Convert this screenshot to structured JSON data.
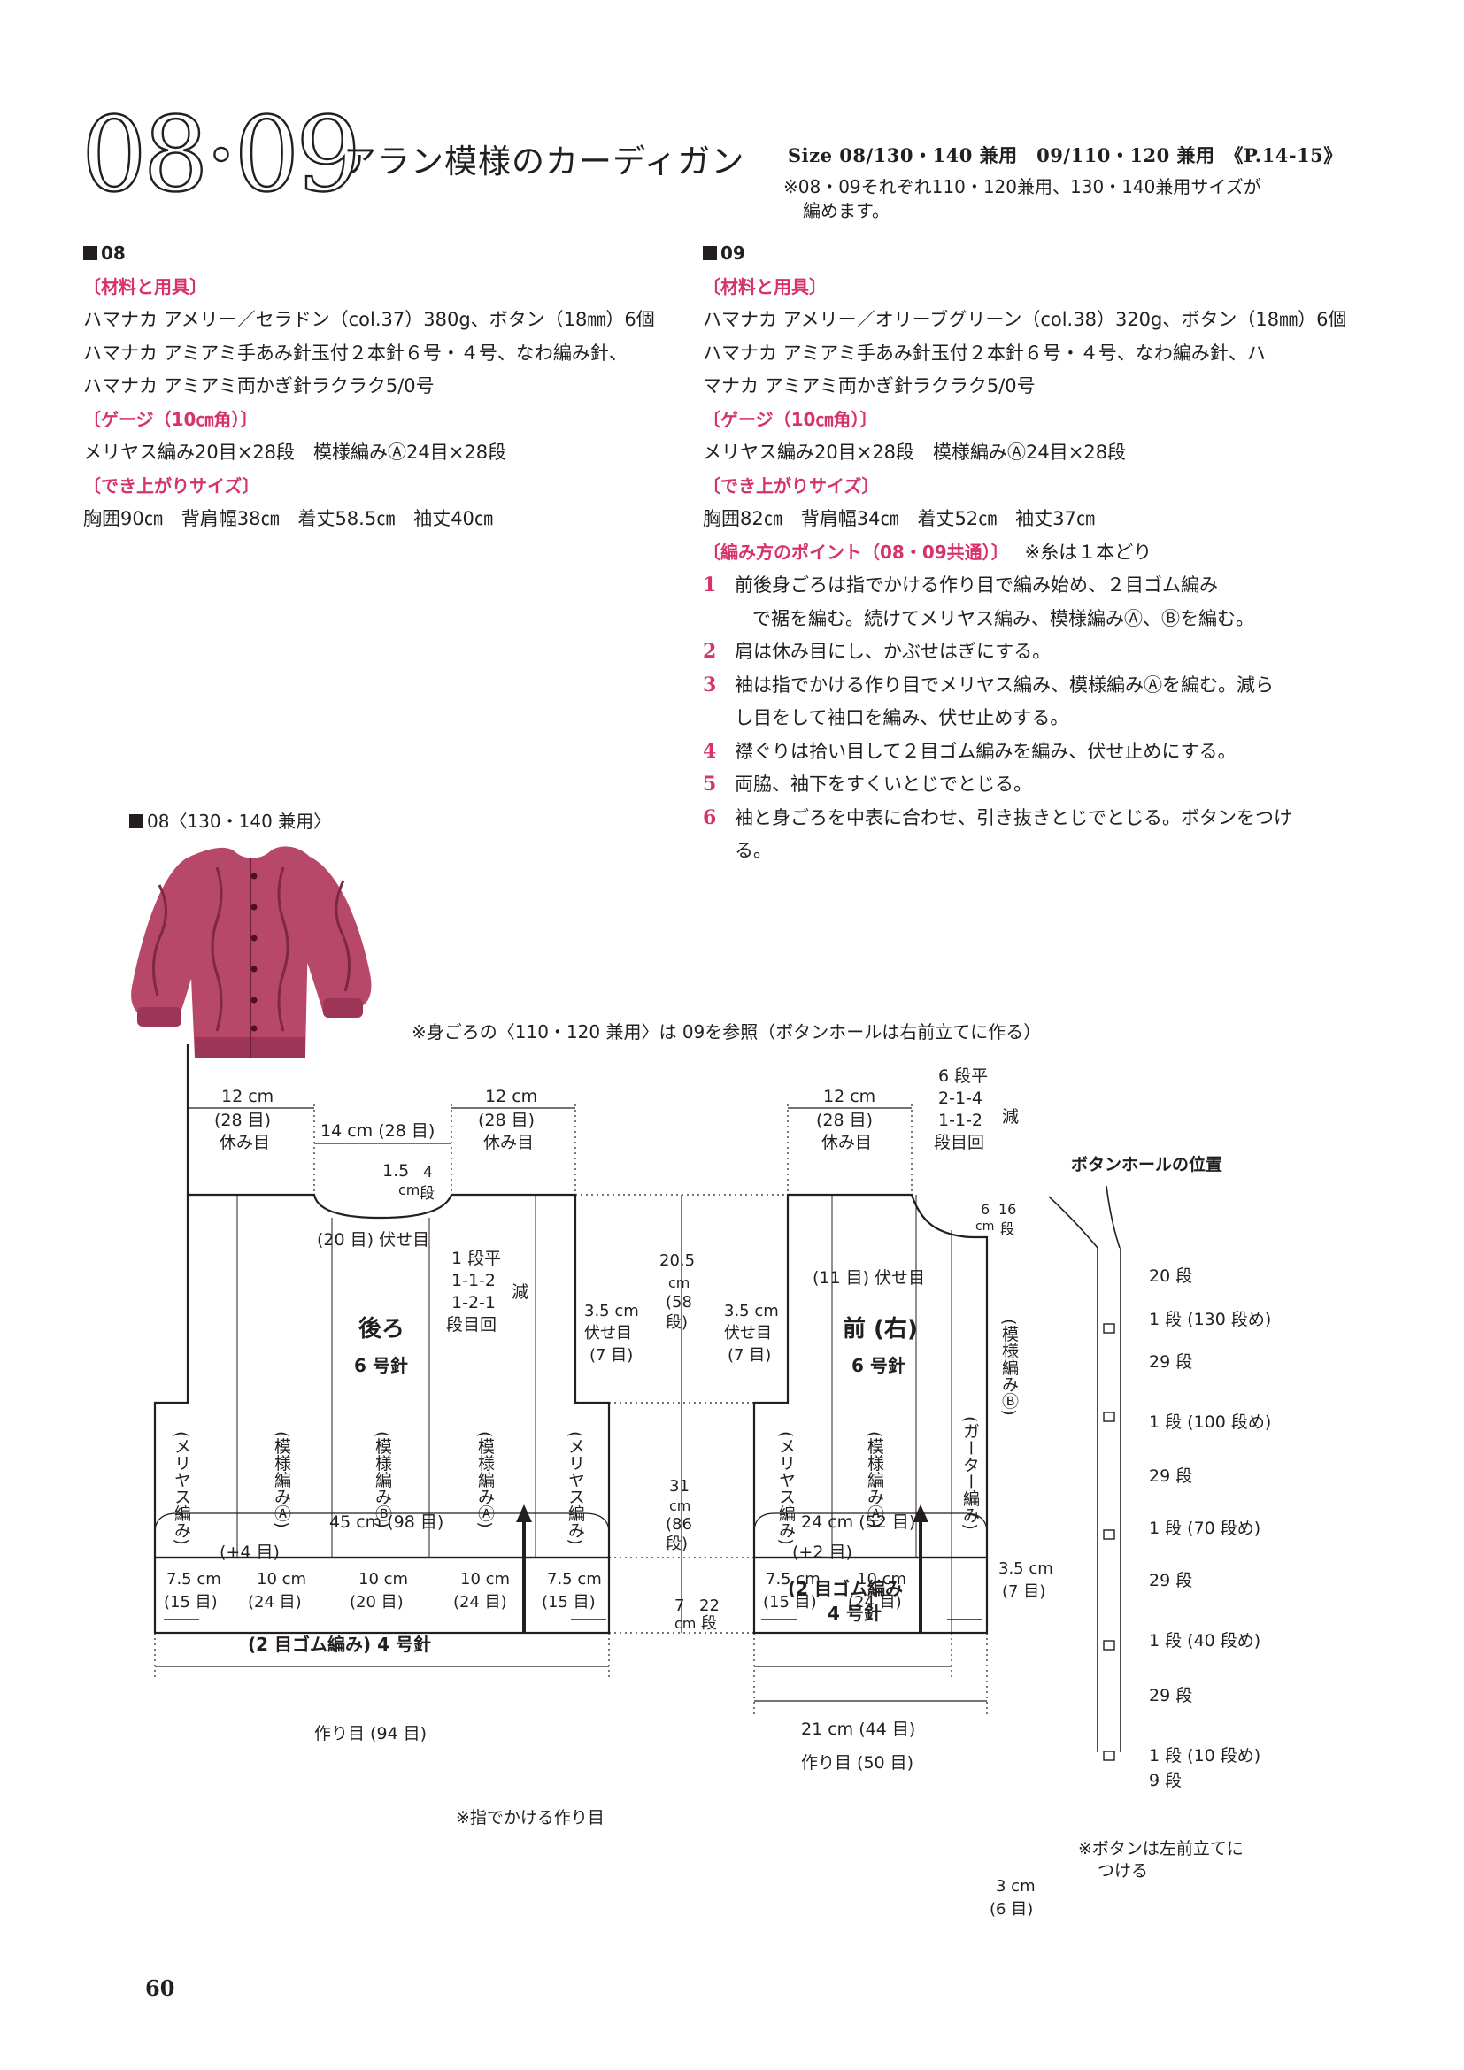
{
  "header": {
    "pattern_number": "08·09",
    "title": "アラン模様のカーディガン",
    "size_line": "Size 08/130・140 兼用　09/110・120 兼用　《P.14-15》",
    "size_note_1": "※08・09それぞれ110・120兼用、130・140兼用サイズが",
    "size_note_2": "編めます。"
  },
  "col08": {
    "heading": "08",
    "materials_head": "〔材料と用具〕",
    "materials_1": "ハマナカ アメリー／セラドン（col.37）380g、ボタン（18㎜）6個",
    "materials_2": "ハマナカ アミアミ手あみ針玉付２本針６号・４号、なわ編み針、",
    "materials_3": "ハマナカ アミアミ両かぎ針ラクラク5/0号",
    "gauge_head": "〔ゲージ（10㎝角）〕",
    "gauge": "メリヤス編み20目×28段　模様編みⒶ24目×28段",
    "size_head": "〔でき上がりサイズ〕",
    "size": "胸囲90㎝　背肩幅38㎝　着丈58.5㎝　袖丈40㎝"
  },
  "col09": {
    "heading": "09",
    "materials_head": "〔材料と用具〕",
    "materials_1": "ハマナカ アメリー／オリーブグリーン（col.38）320g、ボタン（18㎜）6個",
    "materials_2": "ハマナカ アミアミ手あみ針玉付２本針６号・４号、なわ編み針、ハ",
    "materials_3": "マナカ アミアミ両かぎ針ラクラク5/0号",
    "gauge_head": "〔ゲージ（10㎝角）〕",
    "gauge": "メリヤス編み20目×28段　模様編みⒶ24目×28段",
    "size_head": "〔でき上がりサイズ〕",
    "size": "胸囲82㎝　背肩幅34㎝　着丈52㎝　袖丈37㎝",
    "points_head": "〔編み方のポイント（08・09共通）〕",
    "points_note": "※糸は１本どり",
    "steps": [
      {
        "num": "1",
        "line1": "前後身ごろは指でかける作り目で編み始め、２目ゴム編み",
        "line2": "で裾を編む。続けてメリヤス編み、模様編みⒶ、Ⓑを編む。"
      },
      {
        "num": "2",
        "line1": "肩は休み目にし、かぶせはぎにする。",
        "line2": ""
      },
      {
        "num": "3",
        "line1": "袖は指でかける作り目でメリヤス編み、模様編みⒶを編む。減ら",
        "line2": "し目をして袖口を編み、伏せ止めする。"
      },
      {
        "num": "4",
        "line1": "襟ぐりは拾い目して２目ゴム編みを編み、伏せ止めにする。",
        "line2": ""
      },
      {
        "num": "5",
        "line1": "両脇、袖下をすくいとじでとじる。",
        "line2": ""
      },
      {
        "num": "6",
        "line1": "袖と身ごろを中表に合わせ、引き抜きとじでとじる。ボタンをつけ",
        "line2": "る。"
      }
    ]
  },
  "photo": {
    "caption": "08〈130・140 兼用〉",
    "color": "#b8486a"
  },
  "diagram": {
    "note_top": "※身ごろの〈110・120 兼用〉は 09を参照（ボタンホールは右前立てに作る）",
    "back": {
      "title": "後ろ",
      "needle": "6 号針",
      "shoulder_cm": "12 cm",
      "shoulder_sts": "(28 目)",
      "rest": "休み目",
      "neck_width": "14 cm (28 目)",
      "neck_depth_cm": "1.5",
      "neck_depth_unit": "cm",
      "neck_rows_num": "4",
      "neck_rows_unit": "段",
      "bindoff": "(20 目) 伏せ目",
      "dec1": "1 段平",
      "dec2": "1-1-2",
      "dec3": "1-2-1",
      "dec4": "段目回",
      "dec_label": "減",
      "side_stockinette": "(メリヤス編み)",
      "pattern_a": "(模様編みⒶ)",
      "pattern_b": "(模様編みⒷ)",
      "width": "45 cm (98 目)",
      "plus": "(+4 目)",
      "sec1_cm": "7.5 cm",
      "sec1_sts": "(15 目)",
      "sec2_cm": "10 cm",
      "sec2_sts": "(24 目)",
      "sec3_cm": "10 cm",
      "sec3_sts": "(20 目)",
      "sec4_cm": "10 cm",
      "sec4_sts": "(24 目)",
      "sec5_cm": "7.5 cm",
      "sec5_sts": "(15 目)",
      "ribbing": "(2 目ゴム編み) 4 号針",
      "caston": "作り目 (94 目)",
      "caston_note": "※指でかける作り目"
    },
    "center": {
      "armhole_bind_cm": "3.5 cm",
      "armhole_bind_label": "伏せ目",
      "armhole_bind_sts": "(7 目)",
      "armhole_cm": "20.5",
      "armhole_unit": "cm",
      "armhole_rows": "(58",
      "armhole_rows_unit": "段)",
      "body_cm": "31",
      "body_unit": "cm",
      "body_rows": "(86",
      "body_rows_unit": "段)",
      "rib_cm": "7",
      "rib_unit": "cm",
      "rib_rows": "22",
      "rib_rows_unit": "段"
    },
    "front": {
      "title": "前 (右)",
      "needle": "6 号針",
      "shoulder_cm": "12 cm",
      "shoulder_sts": "(28 目)",
      "rest": "休み目",
      "dec1": "6 段平",
      "dec2": "2-1-4",
      "dec3": "1-1-2",
      "dec4": "段目回",
      "dec_label": "減",
      "neck_cm": "6",
      "neck_unit": "cm",
      "neck_rows": "16",
      "neck_rows_unit": "段",
      "bindoff": "(11 目) 伏せ目",
      "armhole_bind_cm": "3.5 cm",
      "armhole_bind_label": "伏せ目",
      "armhole_bind_sts": "(7 目)",
      "side_stockinette": "(メリヤス編み)",
      "pattern_a": "(模様編みⒶ)",
      "garter": "(ガーター編み)",
      "pattern_b_side": "(模様編みⒷ)",
      "width": "24 cm (52 目)",
      "plus": "(+2 目)",
      "sec1_cm": "7.5 cm",
      "sec1_sts": "(15 目)",
      "sec2_cm": "10 cm",
      "sec2_sts": "(24 目)",
      "band_cm": "3.5 cm",
      "band_sts": "(7 目)",
      "ribbing_1": "(2 目ゴム編み",
      "ribbing_2": "4 号針",
      "width_bottom": "21 cm (44 目)",
      "caston": "作り目 (50 目)",
      "band_bottom_cm": "3 cm",
      "band_bottom_sts": "(6 目)"
    },
    "buttonholes": {
      "title": "ボタンホールの位置",
      "r1": "20 段",
      "b1": "1 段 (130 段め)",
      "r2": "29 段",
      "b2": "1 段 (100 段め)",
      "r3": "29 段",
      "b3": "1 段 (70 段め)",
      "r4": "29 段",
      "b4": "1 段 (40 段め)",
      "r5": "29 段",
      "b5": "1 段 (10 段め)",
      "r6": "9 段",
      "note_1": "※ボタンは左前立てに",
      "note_2": "つける"
    },
    "colors": {
      "accent": "#d6336c",
      "line": "#231f20"
    }
  },
  "footer": {
    "page_number": "60"
  }
}
